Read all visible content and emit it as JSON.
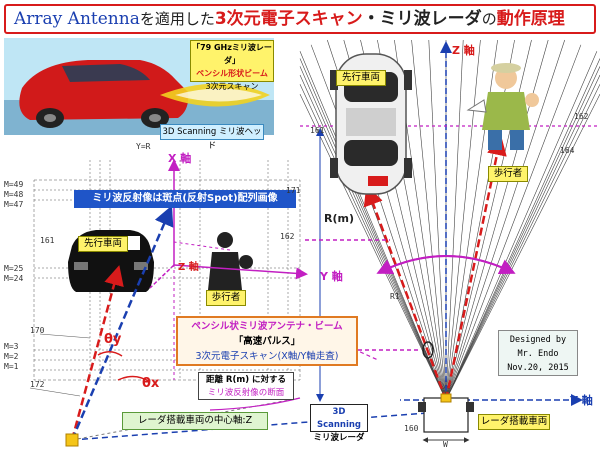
{
  "title": {
    "part1": "Array Antenna",
    "part2": "を適用した",
    "part3": "3次元電子スキャン",
    "part4": "・ミリ波レーダ",
    "part5": "の",
    "part6": "動作原理"
  },
  "photo_label": {
    "line1": "「79 GHzミリ波レーダ」",
    "line2": "ペンシル形状ビーム",
    "line3": "3次元スキャン"
  },
  "scanning_head_label": "3D Scanning ミリ波ヘッド",
  "reflection_banner": "ミリ波反射像は斑点(反射Spot)配列画像",
  "left_vehicle_label": "先行車両",
  "left_pedestrian_label": "歩行者",
  "right_vehicle_label": "先行車両",
  "right_pedestrian_label": "歩行者",
  "beam_box": {
    "line1": "ペンシル状ミリ波アンテナ・ビーム",
    "line2": "「高速パルス」",
    "line3": "3次元電子スキャン(X軸/Y軸走査)"
  },
  "distance_label": {
    "line1": "距離 R(m) に対する",
    "line2": "ミリ波反射像の断面"
  },
  "center_axis_label": "レーダ搭載車両の中心軸:Z",
  "radar_label": {
    "line1": "3D Scanning",
    "line2": "ミリ波レーダ"
  },
  "mounted_vehicle_label": "レーダ搭載車両",
  "designed_by": {
    "line1": "Designed by",
    "line2": "Mr. Endo",
    "line3": "Nov.20, 2015"
  },
  "axes": {
    "z_right": "Z 軸",
    "y_right": "Y 軸",
    "x_left": "X 軸",
    "y_left": "Y 軸",
    "z_left": "Z 軸",
    "r_label": "R(m)",
    "theta_y": "θy",
    "theta_x": "θx"
  },
  "patent_numbers": {
    "n161_right": "161",
    "n162_right": "162",
    "n164": "164",
    "n160": "160",
    "n161_left": "161",
    "n162_left": "162",
    "n171": "171",
    "n170": "170",
    "n172": "172",
    "y_eq_r": "Y=R",
    "m49": "M=49",
    "m48": "M=48",
    "m47": "M=47",
    "m25": "M=25",
    "m24": "M=24",
    "m3": "M=3",
    "m2": "M=2",
    "m1": "M=1",
    "w": "W",
    "r1": "R1"
  },
  "colors": {
    "title_border": "#d81b1b",
    "blue_text": "#1a3fb0",
    "red_text": "#d81b1b",
    "banner_blue": "#1f55c8",
    "yellow_label": "#fff36b",
    "magenta": "#c21fc2",
    "beam_box_border": "#e07a22",
    "beam_box_fill": "#fff6e8",
    "green_label": "#dff5d0"
  }
}
